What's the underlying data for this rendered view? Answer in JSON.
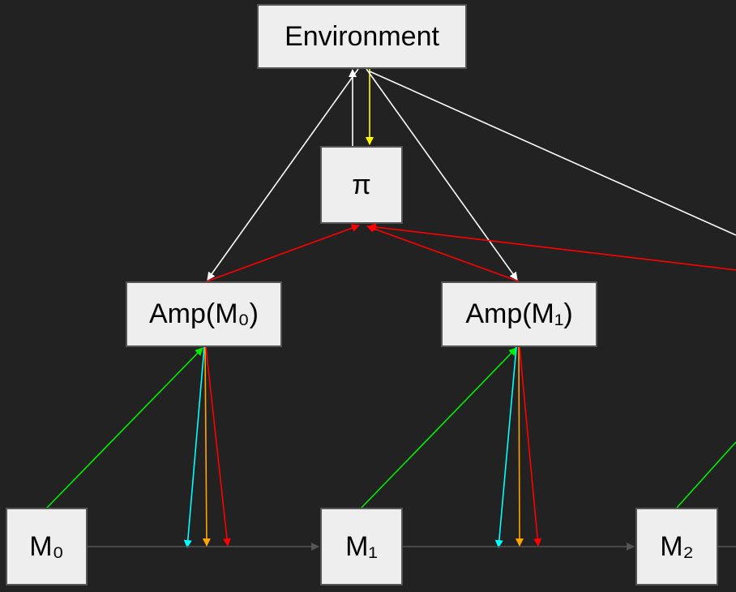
{
  "nodes": {
    "environment": "Environment",
    "policy": "π",
    "amp_m0": "Amp(M₀)",
    "amp_m1": "Amp(M₁)",
    "m0": "M₀",
    "m1": "M₁",
    "m2": "M₂"
  },
  "colors": {
    "background": "#222222",
    "node_fill": "#eeeeee",
    "edge_white": "#ffffff",
    "edge_yellow": "#ffff00",
    "edge_red": "#ff0000",
    "edge_green": "#00ee00",
    "edge_cyan": "#00ffff",
    "edge_orange": "#ffa500",
    "edge_gray": "#555555"
  }
}
